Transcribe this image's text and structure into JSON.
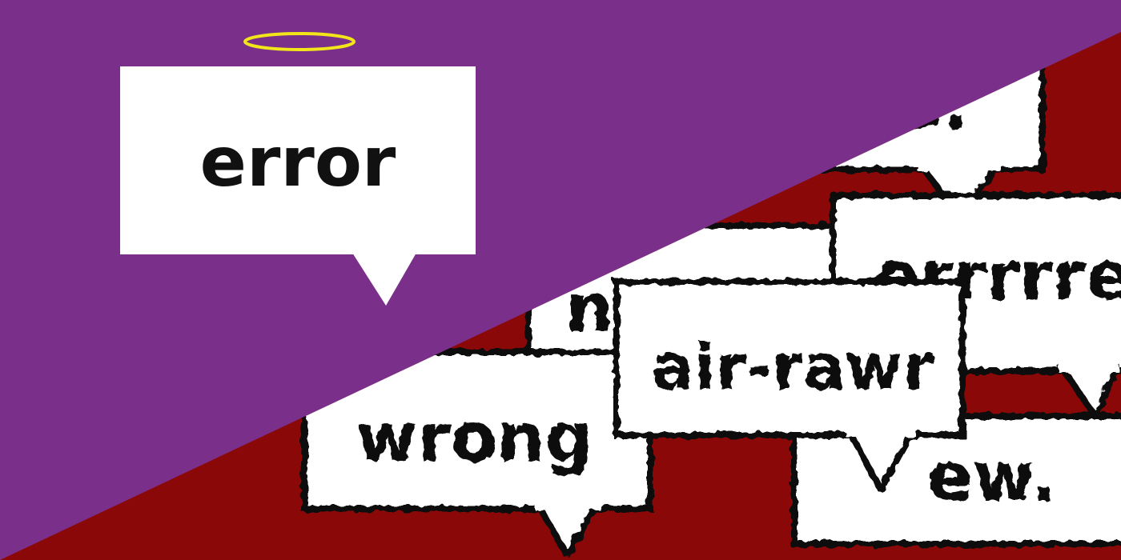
{
  "colors": {
    "purple_side": "#7a2f8a",
    "red_side": "#8b0808",
    "bubble_fill": "#ffffff",
    "bubble_outline": "#111111",
    "halo": "#f2e61a",
    "text": "#111111"
  },
  "halo_icon": "halo-icon",
  "clean_bubble": {
    "text": "error"
  },
  "messy_bubbles": {
    "no": "no.",
    "errrrr": "errrrre",
    "n": "n",
    "wrong": "wrong",
    "air_rawr": "air-rawr",
    "ew": "ew."
  }
}
